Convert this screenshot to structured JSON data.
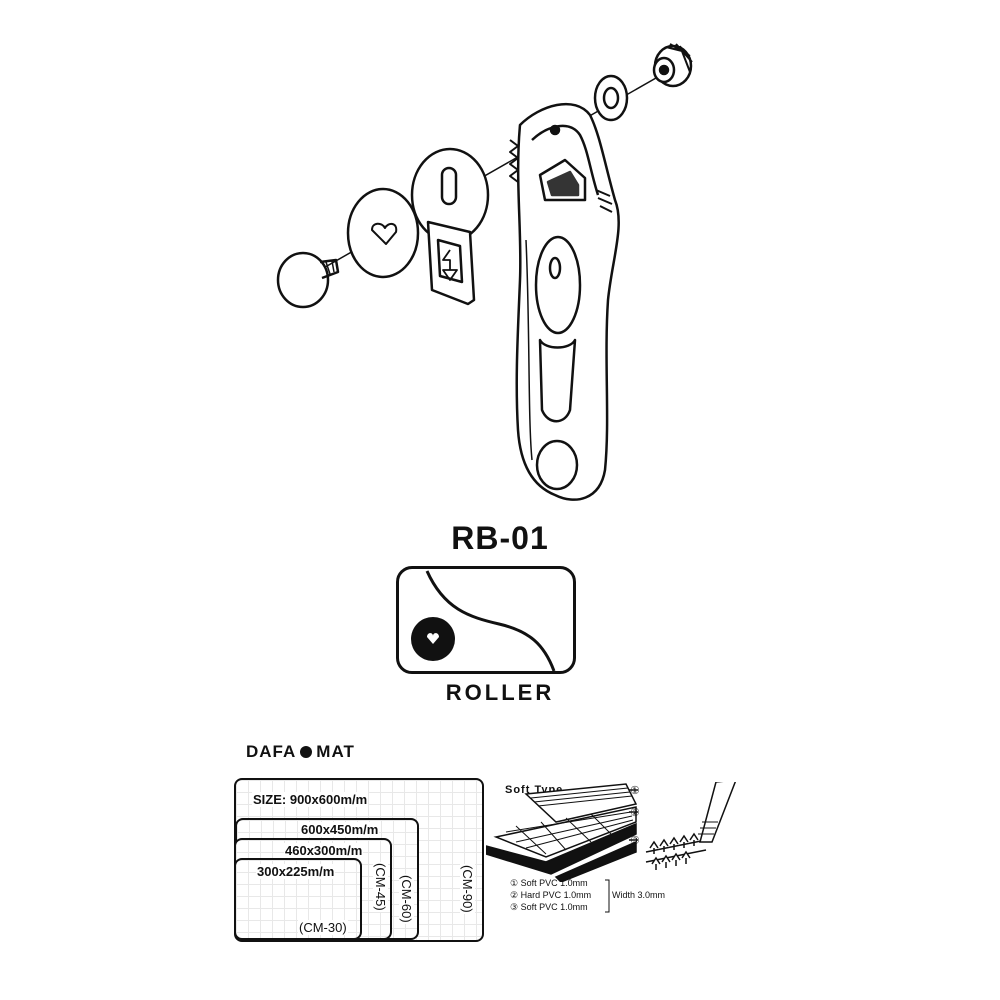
{
  "product": {
    "model": "RB-01",
    "roller_label": "ROLLER"
  },
  "mat": {
    "brand_left": "DAFA",
    "brand_right": "MAT",
    "sizes": [
      {
        "size": "SIZE: 900x600m/m",
        "code": "(CM-90)"
      },
      {
        "size": "600x450m/m",
        "code": "(CM-60)"
      },
      {
        "size": "460x300m/m",
        "code": "(CM-45)"
      },
      {
        "size": "300x225m/m",
        "code": "(CM-30)"
      }
    ]
  },
  "layers": {
    "title": "Soft Type",
    "numbers": [
      "①",
      "②",
      "③"
    ],
    "specs": [
      "① Soft  PVC 1.0mm",
      "② Hard  PVC 1.0mm",
      "③ Soft  PVC 1.0mm"
    ],
    "width": "Width 3.0mm"
  }
}
